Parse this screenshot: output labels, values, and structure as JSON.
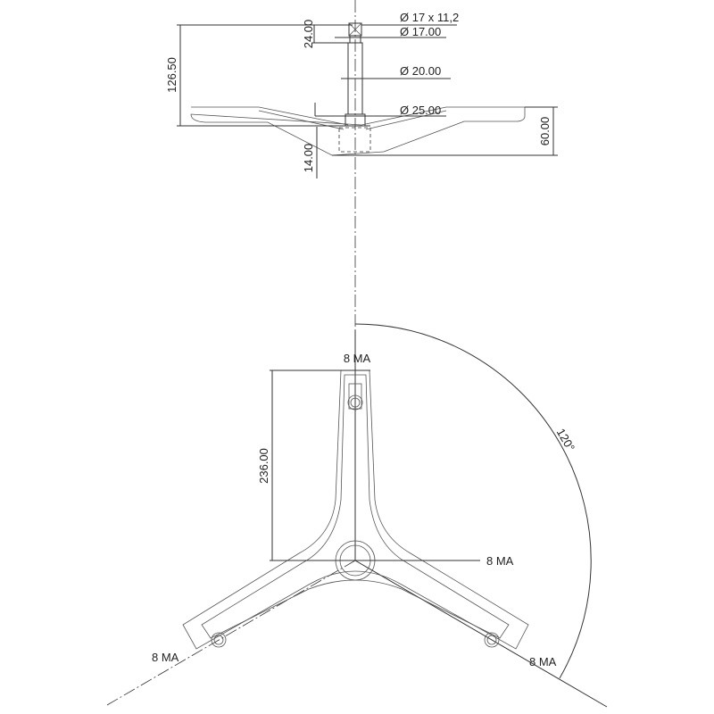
{
  "top_view": {
    "dim_cap_diameter": "Ø 17 x 11,2",
    "dim_neck_diameter": "Ø 17.00",
    "dim_shaft_diameter": "Ø 20.00",
    "dim_collar_diameter": "Ø 25.00",
    "dim_cap_height": "24.00",
    "dim_total_height": "126.50",
    "dim_plate_height": "60.00",
    "dim_bottom_depth": "14.00"
  },
  "plan_view": {
    "dim_arm_length": "236.00",
    "angle": "120°",
    "thread_top": "8 MA",
    "thread_center": "8 MA",
    "thread_left": "8 MA",
    "thread_right": "8 MA"
  }
}
